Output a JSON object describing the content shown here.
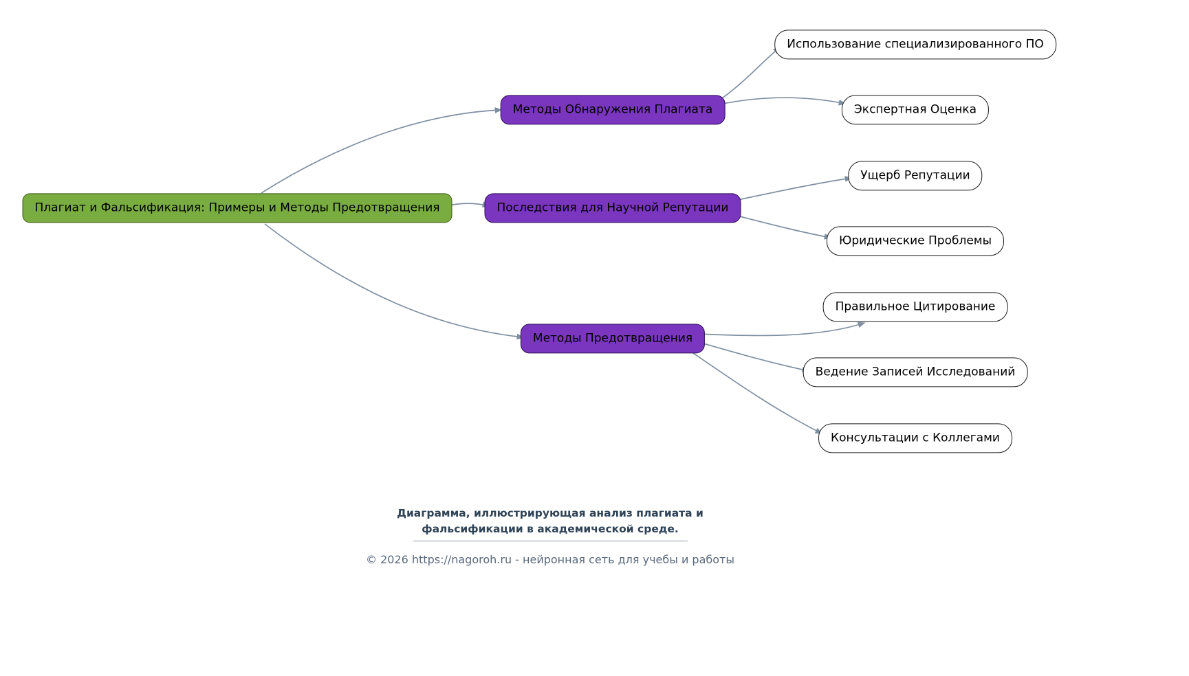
{
  "diagram": {
    "root": {
      "id": "root",
      "label": "Плагиат и Фальсификация: Примеры и Методы Предотвращения"
    },
    "branches": [
      {
        "id": "detection",
        "label": "Методы Обнаружения Плагиата",
        "children": [
          {
            "label": "Использование специализированного ПО"
          },
          {
            "label": "Экспертная Оценка"
          }
        ]
      },
      {
        "id": "consequences",
        "label": "Последствия для Научной Репутации",
        "children": [
          {
            "label": "Ущерб Репутации"
          },
          {
            "label": "Юридические Проблемы"
          }
        ]
      },
      {
        "id": "prevention",
        "label": "Методы Предотвращения",
        "children": [
          {
            "label": "Правильное Цитирование"
          },
          {
            "label": "Ведение Записей Исследований"
          },
          {
            "label": "Консультации с Коллегами"
          }
        ]
      }
    ]
  },
  "footer": {
    "caption_line1": "Диаграмма, иллюстрирующая анализ плагиата и",
    "caption_line2": "фальсификации в академической среде.",
    "copyright": "© 2026 https://nagoroh.ru - нейронная сеть для учебы и работы"
  },
  "colors": {
    "root_fill": "#79AC41",
    "root_border": "#3C5A14",
    "branch_fill": "#7A36BE",
    "branch_border": "#2B0E57",
    "leaf_fill": "#FFFFFF",
    "leaf_border": "#1A1A1A",
    "edge_color": "#7F8FA0",
    "caption_color": "#2F4356",
    "copyright_color": "#5A6A7D"
  }
}
